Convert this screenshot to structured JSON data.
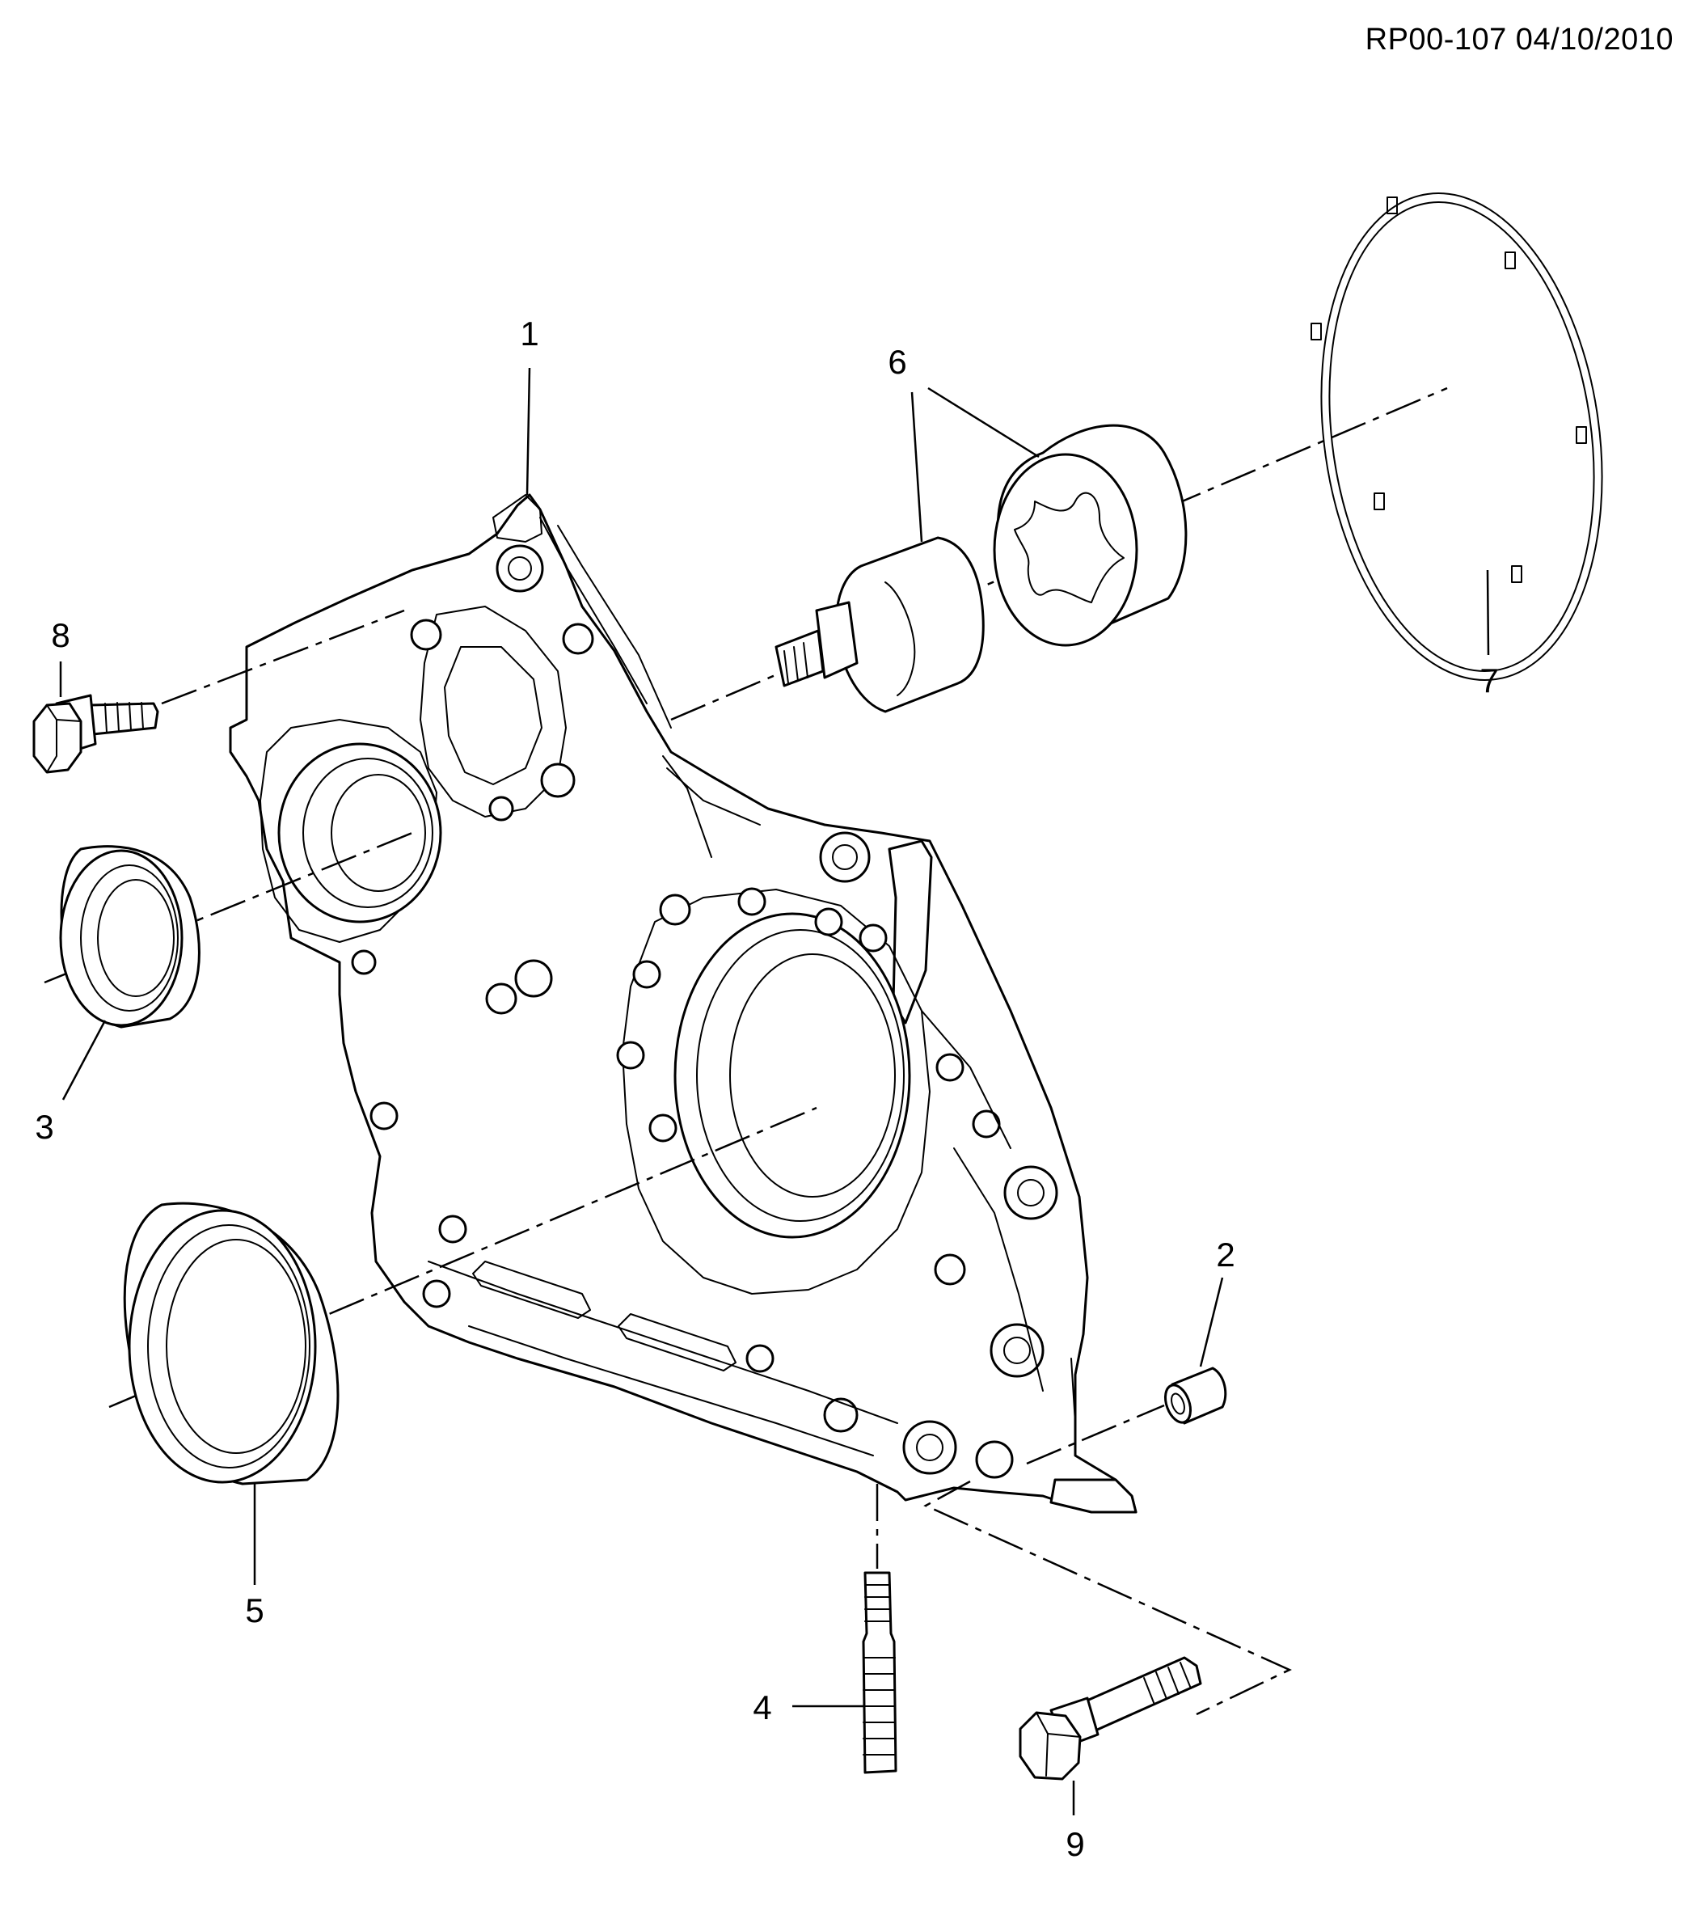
{
  "header": {
    "reference_code": "RP00-107 04/10/2010"
  },
  "callouts": [
    {
      "id": "1",
      "label": "1",
      "part": "front-cover"
    },
    {
      "id": "2",
      "label": "2",
      "part": "dowel-pin"
    },
    {
      "id": "3",
      "label": "3",
      "part": "camshaft-seal"
    },
    {
      "id": "4",
      "label": "4",
      "part": "stud"
    },
    {
      "id": "5",
      "label": "5",
      "part": "crankshaft-seal"
    },
    {
      "id": "6",
      "label": "6",
      "part": "oil-pump-rotors"
    },
    {
      "id": "7",
      "label": "7",
      "part": "pump-cover-seal-ring"
    },
    {
      "id": "8",
      "label": "8",
      "part": "bolt-upper"
    },
    {
      "id": "9",
      "label": "9",
      "part": "bolt-lower"
    }
  ],
  "colors": {
    "line": "#000000",
    "background": "#ffffff"
  }
}
